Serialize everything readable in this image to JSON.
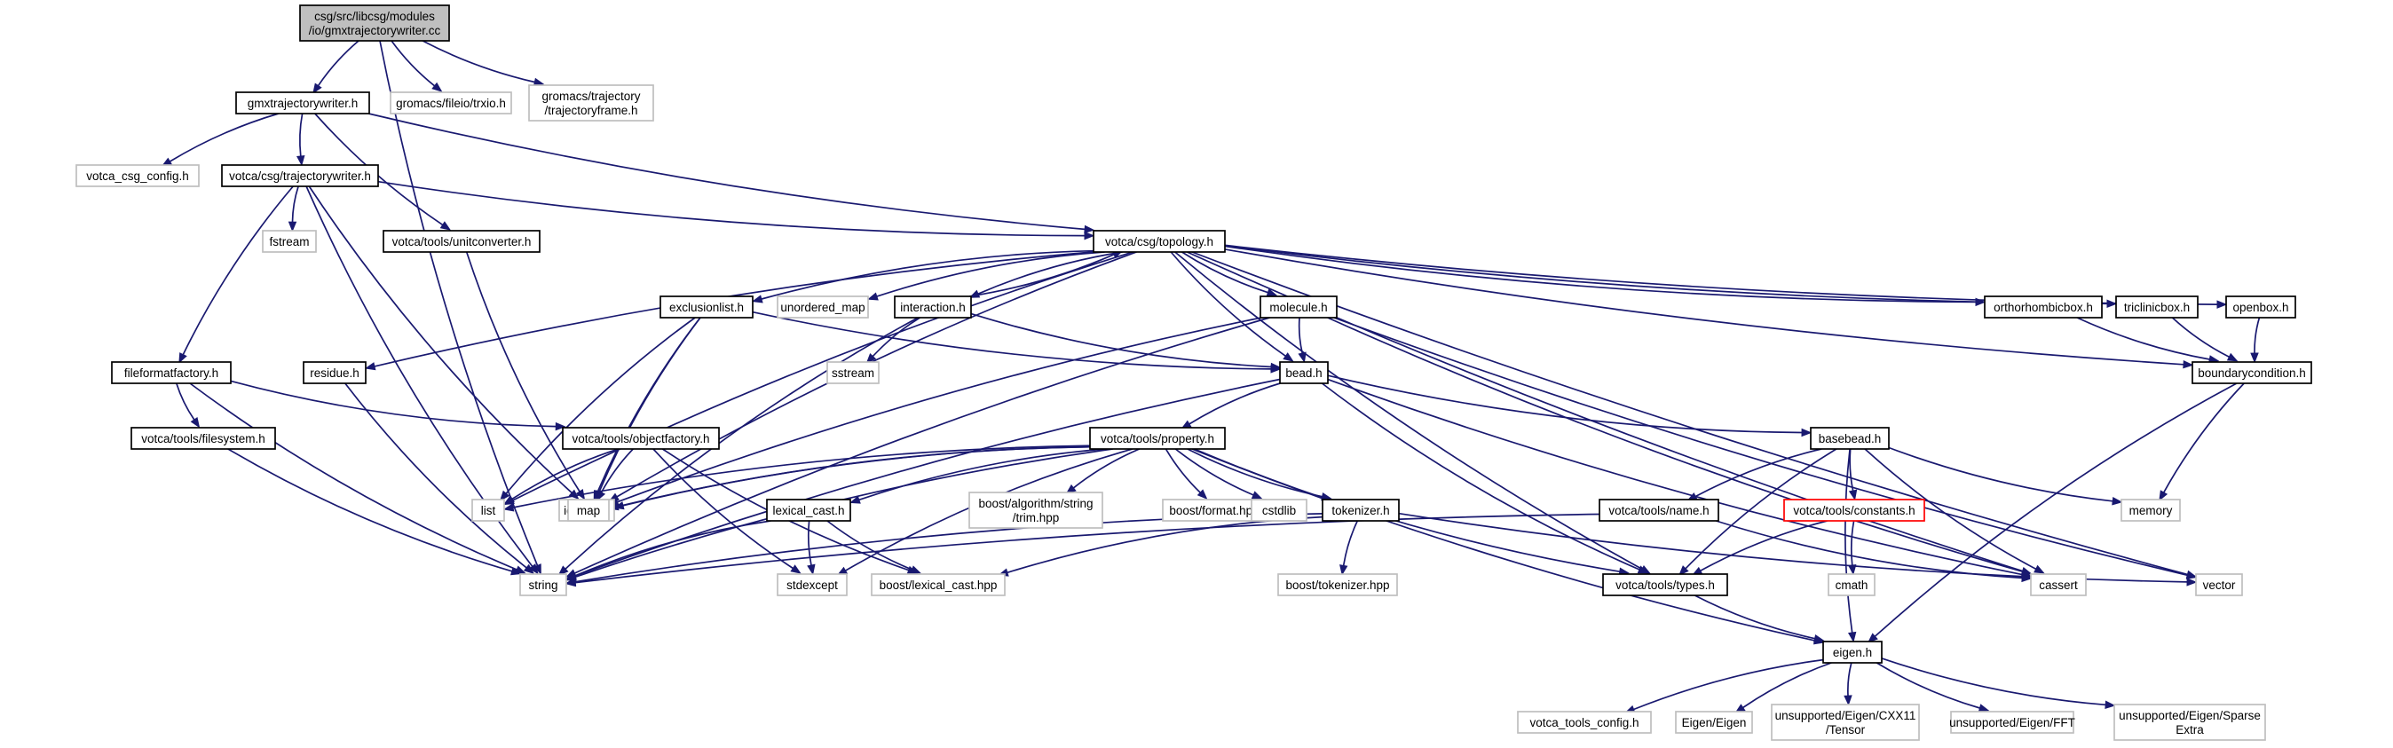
{
  "colors": {
    "root_fill": "#bfbfbf",
    "documented_border": "#000000",
    "external_border": "#bfbfbf",
    "undocumented_border": "#ff0000",
    "edge": "#191970",
    "text": "#000000"
  },
  "nodes": [
    {
      "id": "root",
      "label": [
        "csg/src/libcsg/modules",
        "/io/gmxtrajectorywriter.cc"
      ],
      "kind": "root"
    },
    {
      "id": "gmxtrajectorywriter_h",
      "label": [
        "gmxtrajectorywriter.h"
      ],
      "kind": "documented"
    },
    {
      "id": "trxio_h",
      "label": [
        "gromacs/fileio/trxio.h"
      ],
      "kind": "external"
    },
    {
      "id": "trajectoryframe_h",
      "label": [
        "gromacs/trajectory",
        "/trajectoryframe.h"
      ],
      "kind": "external"
    },
    {
      "id": "votca_csg_config_h",
      "label": [
        "votca_csg_config.h"
      ],
      "kind": "external"
    },
    {
      "id": "trajectorywriter_h",
      "label": [
        "votca/csg/trajectorywriter.h"
      ],
      "kind": "documented"
    },
    {
      "id": "fstream",
      "label": [
        "fstream"
      ],
      "kind": "external"
    },
    {
      "id": "unitconverter_h",
      "label": [
        "votca/tools/unitconverter.h"
      ],
      "kind": "documented"
    },
    {
      "id": "topology_h",
      "label": [
        "votca/csg/topology.h"
      ],
      "kind": "documented"
    },
    {
      "id": "exclusionlist_h",
      "label": [
        "exclusionlist.h"
      ],
      "kind": "documented"
    },
    {
      "id": "unordered_map",
      "label": [
        "unordered_map"
      ],
      "kind": "external"
    },
    {
      "id": "interaction_h",
      "label": [
        "interaction.h"
      ],
      "kind": "documented"
    },
    {
      "id": "molecule_h",
      "label": [
        "molecule.h"
      ],
      "kind": "documented"
    },
    {
      "id": "orthorhombicbox_h",
      "label": [
        "orthorhombicbox.h"
      ],
      "kind": "documented"
    },
    {
      "id": "triclinicbox_h",
      "label": [
        "triclinicbox.h"
      ],
      "kind": "documented"
    },
    {
      "id": "openbox_h",
      "label": [
        "openbox.h"
      ],
      "kind": "documented"
    },
    {
      "id": "fileformatfactory_h",
      "label": [
        "fileformatfactory.h"
      ],
      "kind": "documented"
    },
    {
      "id": "residue_h",
      "label": [
        "residue.h"
      ],
      "kind": "documented"
    },
    {
      "id": "sstream",
      "label": [
        "sstream"
      ],
      "kind": "external"
    },
    {
      "id": "bead_h",
      "label": [
        "bead.h"
      ],
      "kind": "documented"
    },
    {
      "id": "boundarycondition_h",
      "label": [
        "boundarycondition.h"
      ],
      "kind": "documented"
    },
    {
      "id": "filesystem_h",
      "label": [
        "votca/tools/filesystem.h"
      ],
      "kind": "documented"
    },
    {
      "id": "objectfactory_h",
      "label": [
        "votca/tools/objectfactory.h"
      ],
      "kind": "documented"
    },
    {
      "id": "property_h",
      "label": [
        "votca/tools/property.h"
      ],
      "kind": "documented"
    },
    {
      "id": "basebead_h",
      "label": [
        "basebead.h"
      ],
      "kind": "documented"
    },
    {
      "id": "iostream",
      "label": [
        "iostream"
      ],
      "kind": "external"
    },
    {
      "id": "list",
      "label": [
        "list"
      ],
      "kind": "external"
    },
    {
      "id": "map",
      "label": [
        "map"
      ],
      "kind": "external"
    },
    {
      "id": "lexical_cast_h",
      "label": [
        "lexical_cast.h"
      ],
      "kind": "documented"
    },
    {
      "id": "trim_hpp",
      "label": [
        "boost/algorithm/string",
        "/trim.hpp"
      ],
      "kind": "external"
    },
    {
      "id": "format_hpp",
      "label": [
        "boost/format.hpp"
      ],
      "kind": "external"
    },
    {
      "id": "cstdlib",
      "label": [
        "cstdlib"
      ],
      "kind": "external"
    },
    {
      "id": "tokenizer_h",
      "label": [
        "tokenizer.h"
      ],
      "kind": "documented"
    },
    {
      "id": "name_h",
      "label": [
        "votca/tools/name.h"
      ],
      "kind": "documented"
    },
    {
      "id": "constants_h",
      "label": [
        "votca/tools/constants.h"
      ],
      "kind": "undocumented"
    },
    {
      "id": "memory",
      "label": [
        "memory"
      ],
      "kind": "external"
    },
    {
      "id": "string",
      "label": [
        "string"
      ],
      "kind": "external"
    },
    {
      "id": "stdexcept",
      "label": [
        "stdexcept"
      ],
      "kind": "external"
    },
    {
      "id": "lexical_cast_hpp",
      "label": [
        "boost/lexical_cast.hpp"
      ],
      "kind": "external"
    },
    {
      "id": "types_h",
      "label": [
        "votca/tools/types.h"
      ],
      "kind": "documented"
    },
    {
      "id": "boost_tokenizer_hpp",
      "label": [
        "boost/tokenizer.hpp"
      ],
      "kind": "external"
    },
    {
      "id": "cmath",
      "label": [
        "cmath"
      ],
      "kind": "external"
    },
    {
      "id": "cassert",
      "label": [
        "cassert"
      ],
      "kind": "external"
    },
    {
      "id": "vector",
      "label": [
        "vector"
      ],
      "kind": "external"
    },
    {
      "id": "eigen_h",
      "label": [
        "eigen.h"
      ],
      "kind": "documented"
    },
    {
      "id": "votca_tools_config_h",
      "label": [
        "votca_tools_config.h"
      ],
      "kind": "external"
    },
    {
      "id": "eigen_eigen",
      "label": [
        "Eigen/Eigen"
      ],
      "kind": "external"
    },
    {
      "id": "tensor",
      "label": [
        "unsupported/Eigen/CXX11",
        "/Tensor"
      ],
      "kind": "external"
    },
    {
      "id": "fft",
      "label": [
        "unsupported/Eigen/FFT"
      ],
      "kind": "external"
    },
    {
      "id": "sparse_extra",
      "label": [
        "unsupported/Eigen/Sparse",
        "Extra"
      ],
      "kind": "external"
    }
  ],
  "edges": [
    [
      "root",
      "gmxtrajectorywriter_h"
    ],
    [
      "root",
      "trxio_h"
    ],
    [
      "root",
      "trajectoryframe_h"
    ],
    [
      "root",
      "string"
    ],
    [
      "gmxtrajectorywriter_h",
      "votca_csg_config_h"
    ],
    [
      "gmxtrajectorywriter_h",
      "trajectorywriter_h"
    ],
    [
      "gmxtrajectorywriter_h",
      "unitconverter_h"
    ],
    [
      "gmxtrajectorywriter_h",
      "topology_h"
    ],
    [
      "trajectorywriter_h",
      "fstream"
    ],
    [
      "trajectorywriter_h",
      "topology_h"
    ],
    [
      "trajectorywriter_h",
      "fileformatfactory_h"
    ],
    [
      "trajectorywriter_h",
      "string"
    ],
    [
      "trajectorywriter_h",
      "iostream"
    ],
    [
      "unitconverter_h",
      "map"
    ],
    [
      "topology_h",
      "exclusionlist_h"
    ],
    [
      "topology_h",
      "unordered_map"
    ],
    [
      "topology_h",
      "interaction_h"
    ],
    [
      "topology_h",
      "molecule_h"
    ],
    [
      "topology_h",
      "orthorhombicbox_h"
    ],
    [
      "topology_h",
      "triclinicbox_h"
    ],
    [
      "topology_h",
      "openbox_h"
    ],
    [
      "topology_h",
      "residue_h"
    ],
    [
      "topology_h",
      "bead_h"
    ],
    [
      "topology_h",
      "boundarycondition_h"
    ],
    [
      "topology_h",
      "list"
    ],
    [
      "topology_h",
      "map"
    ],
    [
      "topology_h",
      "types_h"
    ],
    [
      "topology_h",
      "cassert"
    ],
    [
      "topology_h",
      "vector"
    ],
    [
      "exclusionlist_h",
      "iostream"
    ],
    [
      "exclusionlist_h",
      "list"
    ],
    [
      "exclusionlist_h",
      "map"
    ],
    [
      "exclusionlist_h",
      "bead_h"
    ],
    [
      "interaction_h",
      "topology_h"
    ],
    [
      "interaction_h",
      "sstream"
    ],
    [
      "interaction_h",
      "bead_h"
    ],
    [
      "interaction_h",
      "string"
    ],
    [
      "molecule_h",
      "bead_h"
    ],
    [
      "molecule_h",
      "map"
    ],
    [
      "molecule_h",
      "string"
    ],
    [
      "molecule_h",
      "cassert"
    ],
    [
      "molecule_h",
      "vector"
    ],
    [
      "orthorhombicbox_h",
      "boundarycondition_h"
    ],
    [
      "triclinicbox_h",
      "boundarycondition_h"
    ],
    [
      "openbox_h",
      "boundarycondition_h"
    ],
    [
      "boundarycondition_h",
      "memory"
    ],
    [
      "boundarycondition_h",
      "eigen_h"
    ],
    [
      "fileformatfactory_h",
      "filesystem_h"
    ],
    [
      "fileformatfactory_h",
      "objectfactory_h"
    ],
    [
      "fileformatfactory_h",
      "string"
    ],
    [
      "residue_h",
      "string"
    ],
    [
      "filesystem_h",
      "string"
    ],
    [
      "objectfactory_h",
      "list"
    ],
    [
      "objectfactory_h",
      "map"
    ],
    [
      "objectfactory_h",
      "stdexcept"
    ],
    [
      "objectfactory_h",
      "lexical_cast_hpp"
    ],
    [
      "bead_h",
      "property_h"
    ],
    [
      "bead_h",
      "basebead_h"
    ],
    [
      "bead_h",
      "types_h"
    ],
    [
      "bead_h",
      "cassert"
    ],
    [
      "bead_h",
      "string"
    ],
    [
      "property_h",
      "iostream"
    ],
    [
      "property_h",
      "list"
    ],
    [
      "property_h",
      "map"
    ],
    [
      "property_h",
      "lexical_cast_h"
    ],
    [
      "property_h",
      "trim_hpp"
    ],
    [
      "property_h",
      "format_hpp"
    ],
    [
      "property_h",
      "cstdlib"
    ],
    [
      "property_h",
      "tokenizer_h"
    ],
    [
      "property_h",
      "string"
    ],
    [
      "property_h",
      "stdexcept"
    ],
    [
      "property_h",
      "types_h"
    ],
    [
      "property_h",
      "eigen_h"
    ],
    [
      "basebead_h",
      "name_h"
    ],
    [
      "basebead_h",
      "constants_h"
    ],
    [
      "basebead_h",
      "memory"
    ],
    [
      "basebead_h",
      "types_h"
    ],
    [
      "basebead_h",
      "cassert"
    ],
    [
      "basebead_h",
      "eigen_h"
    ],
    [
      "lexical_cast_h",
      "string"
    ],
    [
      "lexical_cast_h",
      "stdexcept"
    ],
    [
      "lexical_cast_h",
      "lexical_cast_hpp"
    ],
    [
      "tokenizer_h",
      "string"
    ],
    [
      "tokenizer_h",
      "vector"
    ],
    [
      "tokenizer_h",
      "boost_tokenizer_hpp"
    ],
    [
      "tokenizer_h",
      "lexical_cast_hpp"
    ],
    [
      "name_h",
      "string"
    ],
    [
      "name_h",
      "cassert"
    ],
    [
      "constants_h",
      "cmath"
    ],
    [
      "constants_h",
      "types_h"
    ],
    [
      "types_h",
      "eigen_h"
    ],
    [
      "eigen_h",
      "votca_tools_config_h"
    ],
    [
      "eigen_h",
      "eigen_eigen"
    ],
    [
      "eigen_h",
      "tensor"
    ],
    [
      "eigen_h",
      "fft"
    ],
    [
      "eigen_h",
      "sparse_extra"
    ]
  ]
}
